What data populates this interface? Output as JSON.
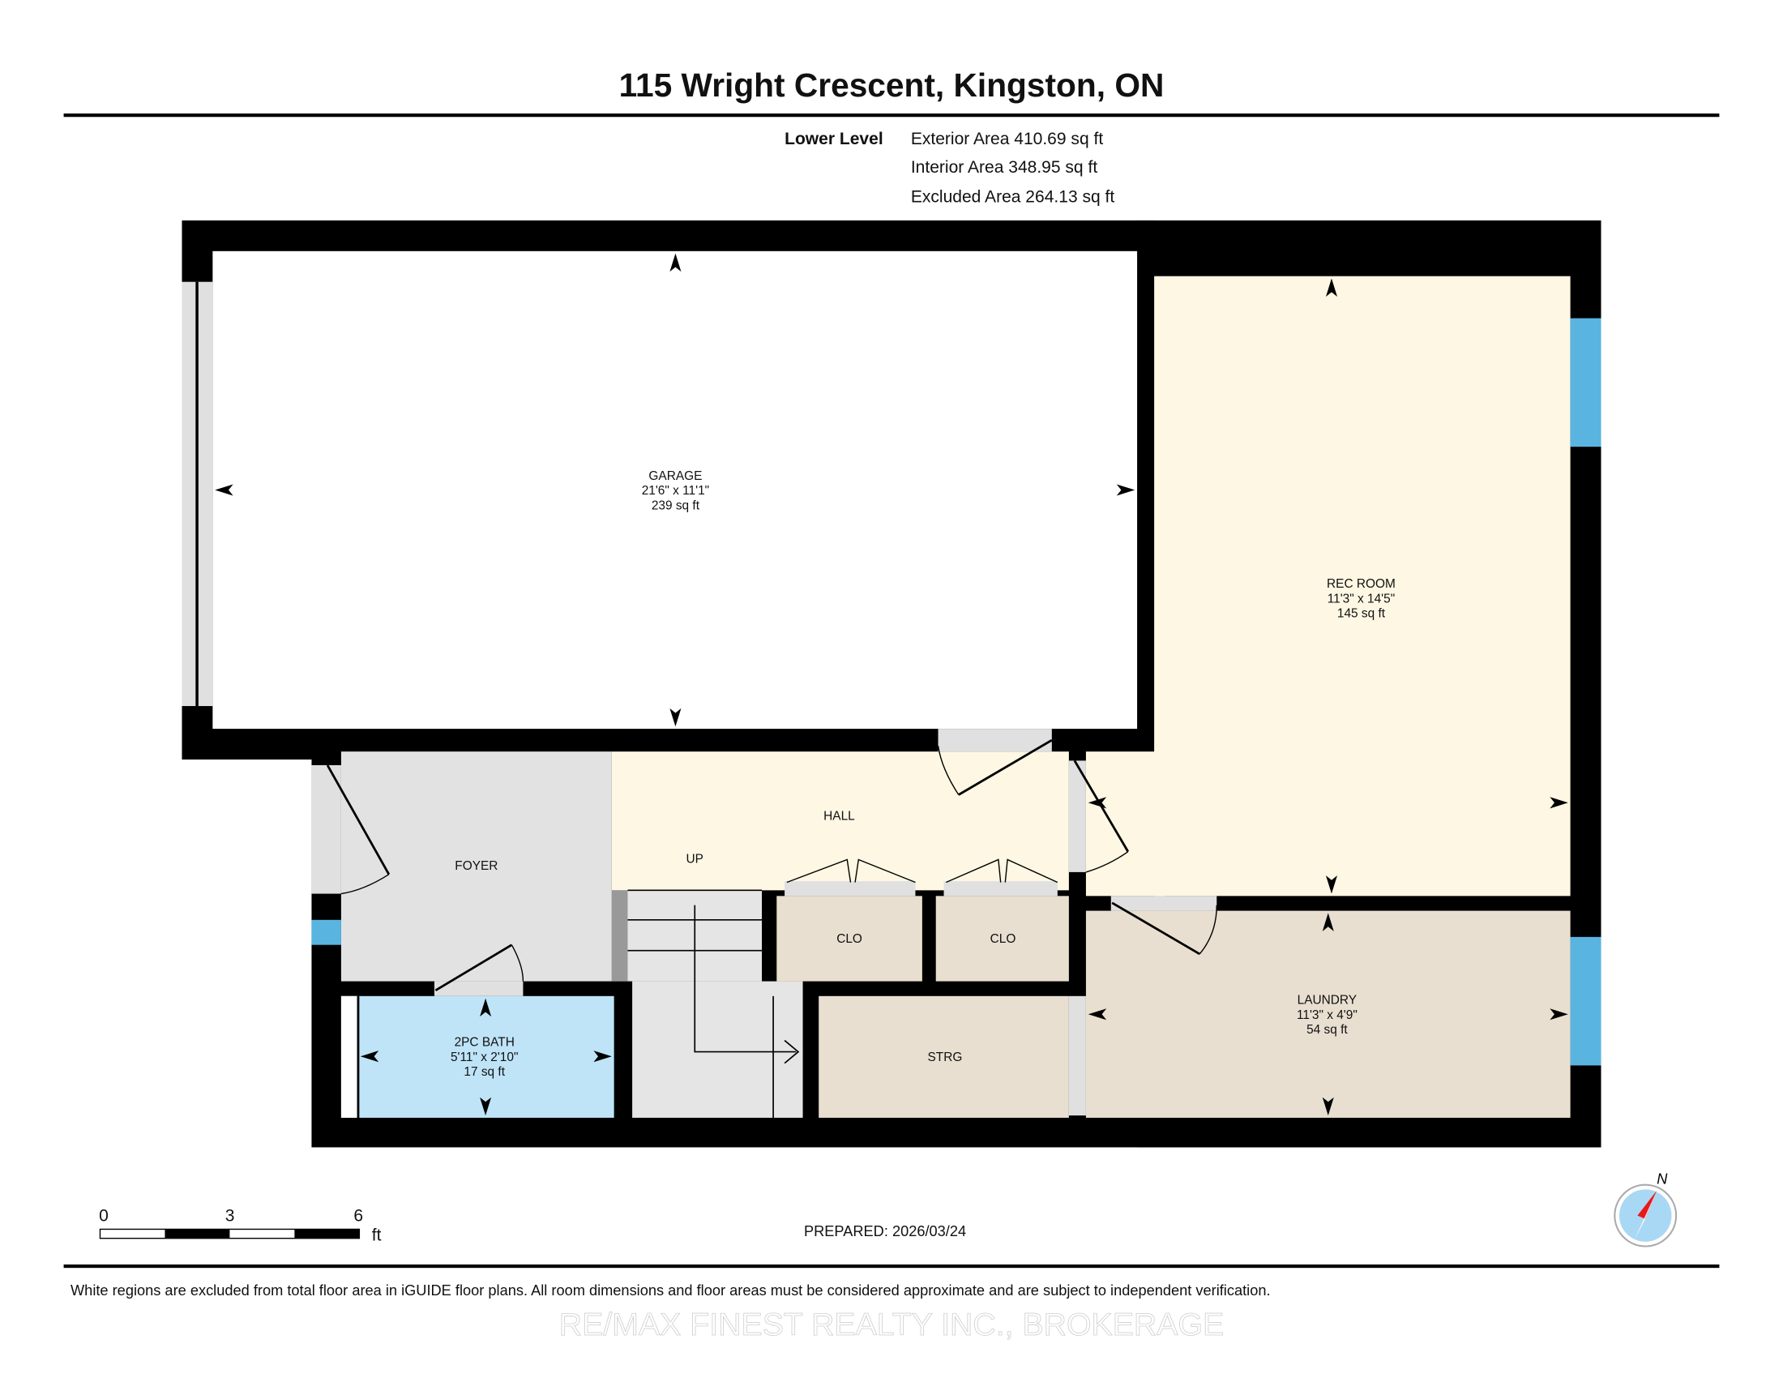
{
  "header": {
    "title": "115 Wright Crescent, Kingston, ON",
    "level": "Lower Level",
    "exterior_area": "Exterior Area 410.69 sq ft",
    "interior_area": "Interior Area 348.95 sq ft",
    "excluded_area": "Excluded Area 264.13 sq ft"
  },
  "rooms": {
    "garage": {
      "name": "GARAGE",
      "dims": "21'6\" x 11'1\"",
      "area": "239 sq ft"
    },
    "rec_room": {
      "name": "REC ROOM",
      "dims": "11'3\" x 14'5\"",
      "area": "145 sq ft"
    },
    "laundry": {
      "name": "LAUNDRY",
      "dims": "11'3\" x 4'9\"",
      "area": "54 sq ft"
    },
    "bath": {
      "name": "2PC BATH",
      "dims": "5'11\" x 2'10\"",
      "area": "17 sq ft"
    },
    "foyer": {
      "name": "FOYER"
    },
    "hall": {
      "name": "HALL"
    },
    "up": {
      "name": "UP"
    },
    "clo1": {
      "name": "CLO"
    },
    "clo2": {
      "name": "CLO"
    },
    "strg": {
      "name": "STRG"
    }
  },
  "scale": {
    "ticks": [
      "0",
      "3",
      "6"
    ],
    "unit": "ft"
  },
  "prepared": "PREPARED: 2026/03/24",
  "compass": {
    "north_label": "N"
  },
  "disclaimer": "White regions are excluded from total floor area in iGUIDE floor plans. All room dimensions and floor areas must be considered approximate and are subject to independent verification.",
  "watermark": "RE/MAX FINEST REALTY INC., BROKERAGE",
  "colors": {
    "wall": "#000000",
    "warm": "#fdf7e3",
    "tan": "#e8dfd0",
    "grey": "#e2e2e2",
    "bath": "#bfe4f7",
    "window": "#5ab4e0",
    "compass_red": "#e8191b"
  }
}
